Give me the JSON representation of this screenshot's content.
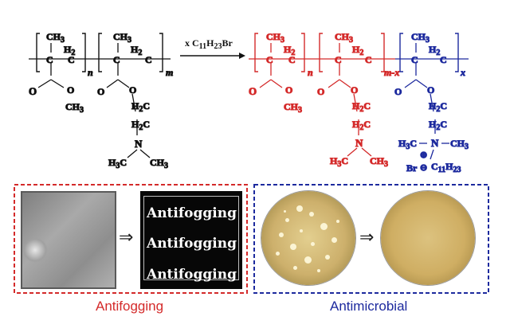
{
  "reaction": {
    "reagent": {
      "prefix": "x C",
      "n1": "11",
      "mid": "H",
      "n2": "23",
      "suffix": "Br"
    },
    "reactant": {
      "ch3": "CH",
      "ch3_sub": "3",
      "h2": "H",
      "h2_sub": "2",
      "c": "C",
      "o": "O",
      "n_repeat": "n",
      "m_repeat": "m",
      "amine_n": "N",
      "h3c": "H",
      "h3c_sub": "3",
      "h3c_c": "C"
    },
    "product": {
      "repeat_1": "n",
      "repeat_2": "m-x",
      "repeat_3": "x",
      "plus_sign": "⊕",
      "minus_sign": "⊖",
      "br": "Br",
      "c11h23": "C",
      "c11h23_sub1": "11",
      "c11h23_mid": "H",
      "c11h23_sub2": "23"
    }
  },
  "panels": {
    "antifogging": {
      "label": "Antifogging",
      "color": "#d42a2a",
      "glass_text": [
        "Antifogging",
        "Antifogging",
        "Antifogging"
      ]
    },
    "antimicrobial": {
      "label": "Antimicrobial",
      "color": "#1d2a9e"
    }
  },
  "colors": {
    "black": "#111111",
    "red": "#d42a2a",
    "blue": "#1d2a9e"
  }
}
